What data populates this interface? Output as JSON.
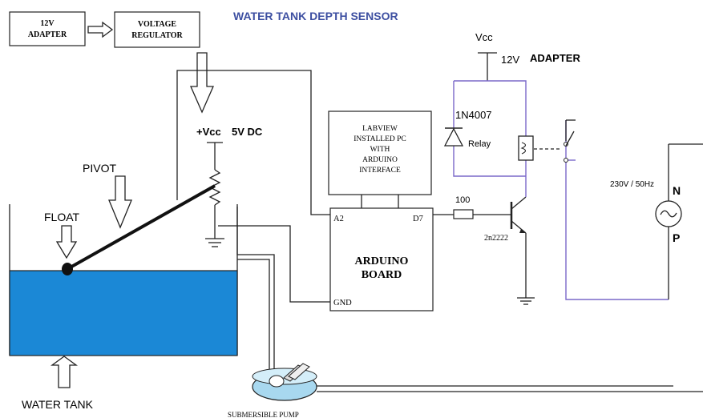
{
  "title": "WATER TANK DEPTH SENSOR",
  "colors": {
    "title": "#3d4fa1",
    "water": "#1b88d6",
    "relay_wires": "#7a68c9",
    "wires": "#222222"
  },
  "blocks": {
    "adapter_12v": [
      "12V",
      "ADAPTER"
    ],
    "voltage_regulator": [
      "VOLTAGE",
      "REGULATOR"
    ],
    "labview_pc": [
      "LABVIEW",
      "INSTALLED PC",
      "WITH",
      "ARDUINO",
      "INTERFACE"
    ],
    "arduino": [
      "ARDUINO",
      "BOARD"
    ]
  },
  "labels": {
    "vcc_5v": "+Vcc",
    "vcc_5v_value": "5V DC",
    "pivot": "PIVOT",
    "float": "FLOAT",
    "water_tank": "WATER TANK",
    "pump": "SUBMERSIBLE PUMP",
    "vcc_top": "Vcc",
    "adapter_12v": "12V",
    "adapter_word": "ADAPTER",
    "diode": "1N4007",
    "relay": "Relay",
    "resistor": "100",
    "transistor": "2n2222",
    "mains": "230V / 50Hz",
    "neutral": "N",
    "phase": "P"
  },
  "pins": {
    "a2": "A2",
    "d7": "D7",
    "gnd": "GND"
  },
  "icons": [
    "down-arrow-icon",
    "right-arrow-icon",
    "up-arrow-icon",
    "ground-icon",
    "ac-source-icon"
  ]
}
